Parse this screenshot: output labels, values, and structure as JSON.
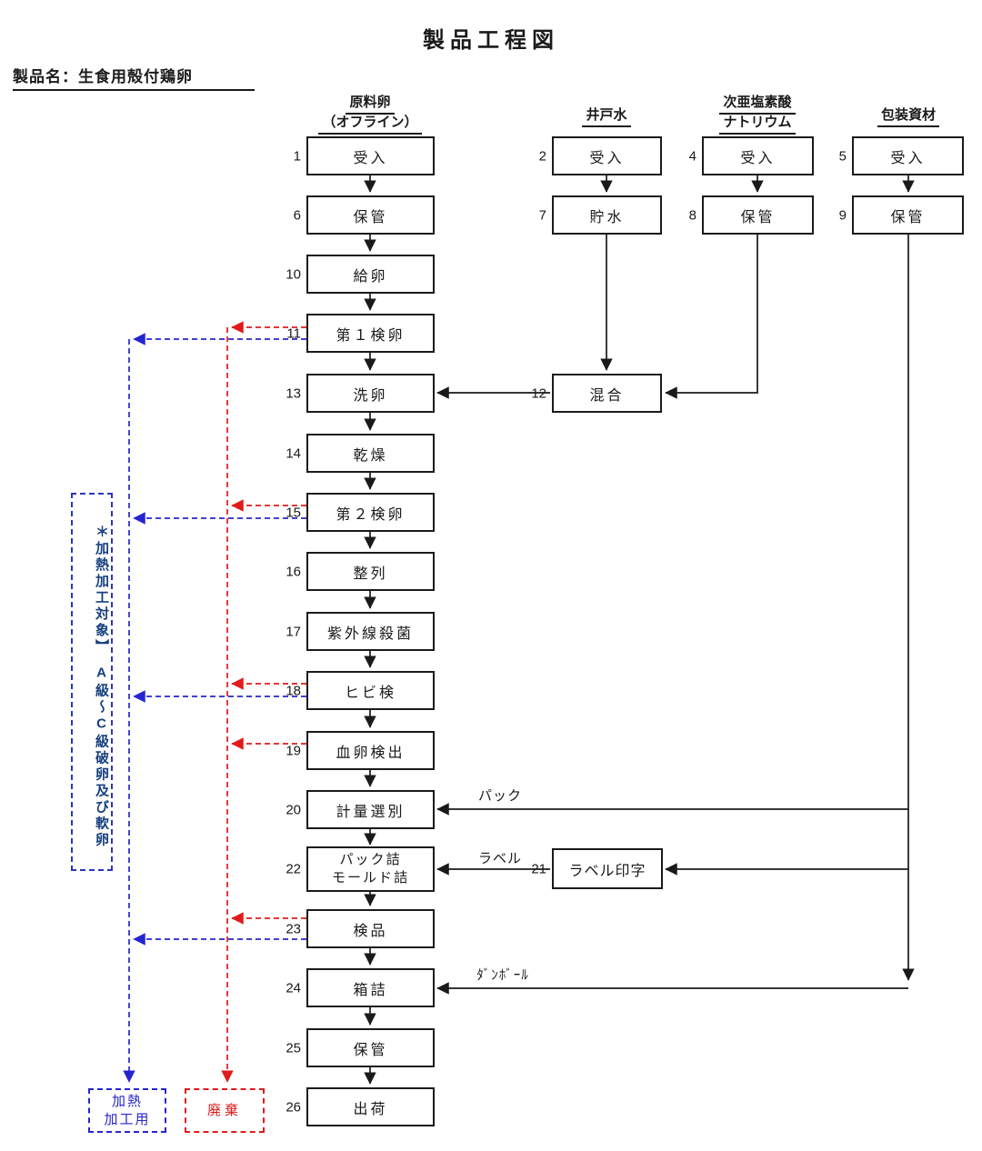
{
  "title": "製品工程図",
  "product_label": "製品名：生食用殻付鶏卵",
  "columns": [
    {
      "header1": "原料卵",
      "header2": "（オフライン）"
    },
    {
      "header1": "井戸水"
    },
    {
      "header1": "次亜塩素酸",
      "header2": "ナトリウム"
    },
    {
      "header1": "包装資材"
    }
  ],
  "nodes": [
    {
      "no": "1",
      "label": "受入"
    },
    {
      "no": "6",
      "label": "保管"
    },
    {
      "no": "10",
      "label": "給卵"
    },
    {
      "no": "11",
      "label": "第１検卵"
    },
    {
      "no": "13",
      "label": "洗卵"
    },
    {
      "no": "14",
      "label": "乾燥"
    },
    {
      "no": "15",
      "label": "第２検卵"
    },
    {
      "no": "16",
      "label": "整列"
    },
    {
      "no": "17",
      "label": "紫外線殺菌"
    },
    {
      "no": "18",
      "label": "ヒビ検"
    },
    {
      "no": "19",
      "label": "血卵検出"
    },
    {
      "no": "20",
      "label": "計量選別"
    },
    {
      "no": "22",
      "label": "パック詰",
      "label2": "モールド詰"
    },
    {
      "no": "23",
      "label": "検品"
    },
    {
      "no": "24",
      "label": "箱詰"
    },
    {
      "no": "25",
      "label": "保管"
    },
    {
      "no": "26",
      "label": "出荷"
    },
    {
      "no": "2",
      "label": "受入"
    },
    {
      "no": "7",
      "label": "貯水"
    },
    {
      "no": "12",
      "label": "混合"
    },
    {
      "no": "4",
      "label": "受入"
    },
    {
      "no": "8",
      "label": "保管"
    },
    {
      "no": "5",
      "label": "受入"
    },
    {
      "no": "9",
      "label": "保管"
    },
    {
      "no": "21",
      "label": "ラベル印字"
    }
  ],
  "flow_labels": {
    "pack": "パック",
    "label": "ラベル",
    "cardboard": "ﾀﾞﾝﾎﾞｰﾙ"
  },
  "annotation": {
    "text": "＊加熱加工対象】　A級～C級破卵及び軟卵"
  },
  "special": {
    "heat_line1": "加熱",
    "heat_line2": "加工用",
    "disposal": "廃棄"
  },
  "colors": {
    "line": "#1a1a1a",
    "reject_red": "#e01b1b",
    "reject_blue": "#2525cf",
    "annotation_text": "#17407f"
  }
}
